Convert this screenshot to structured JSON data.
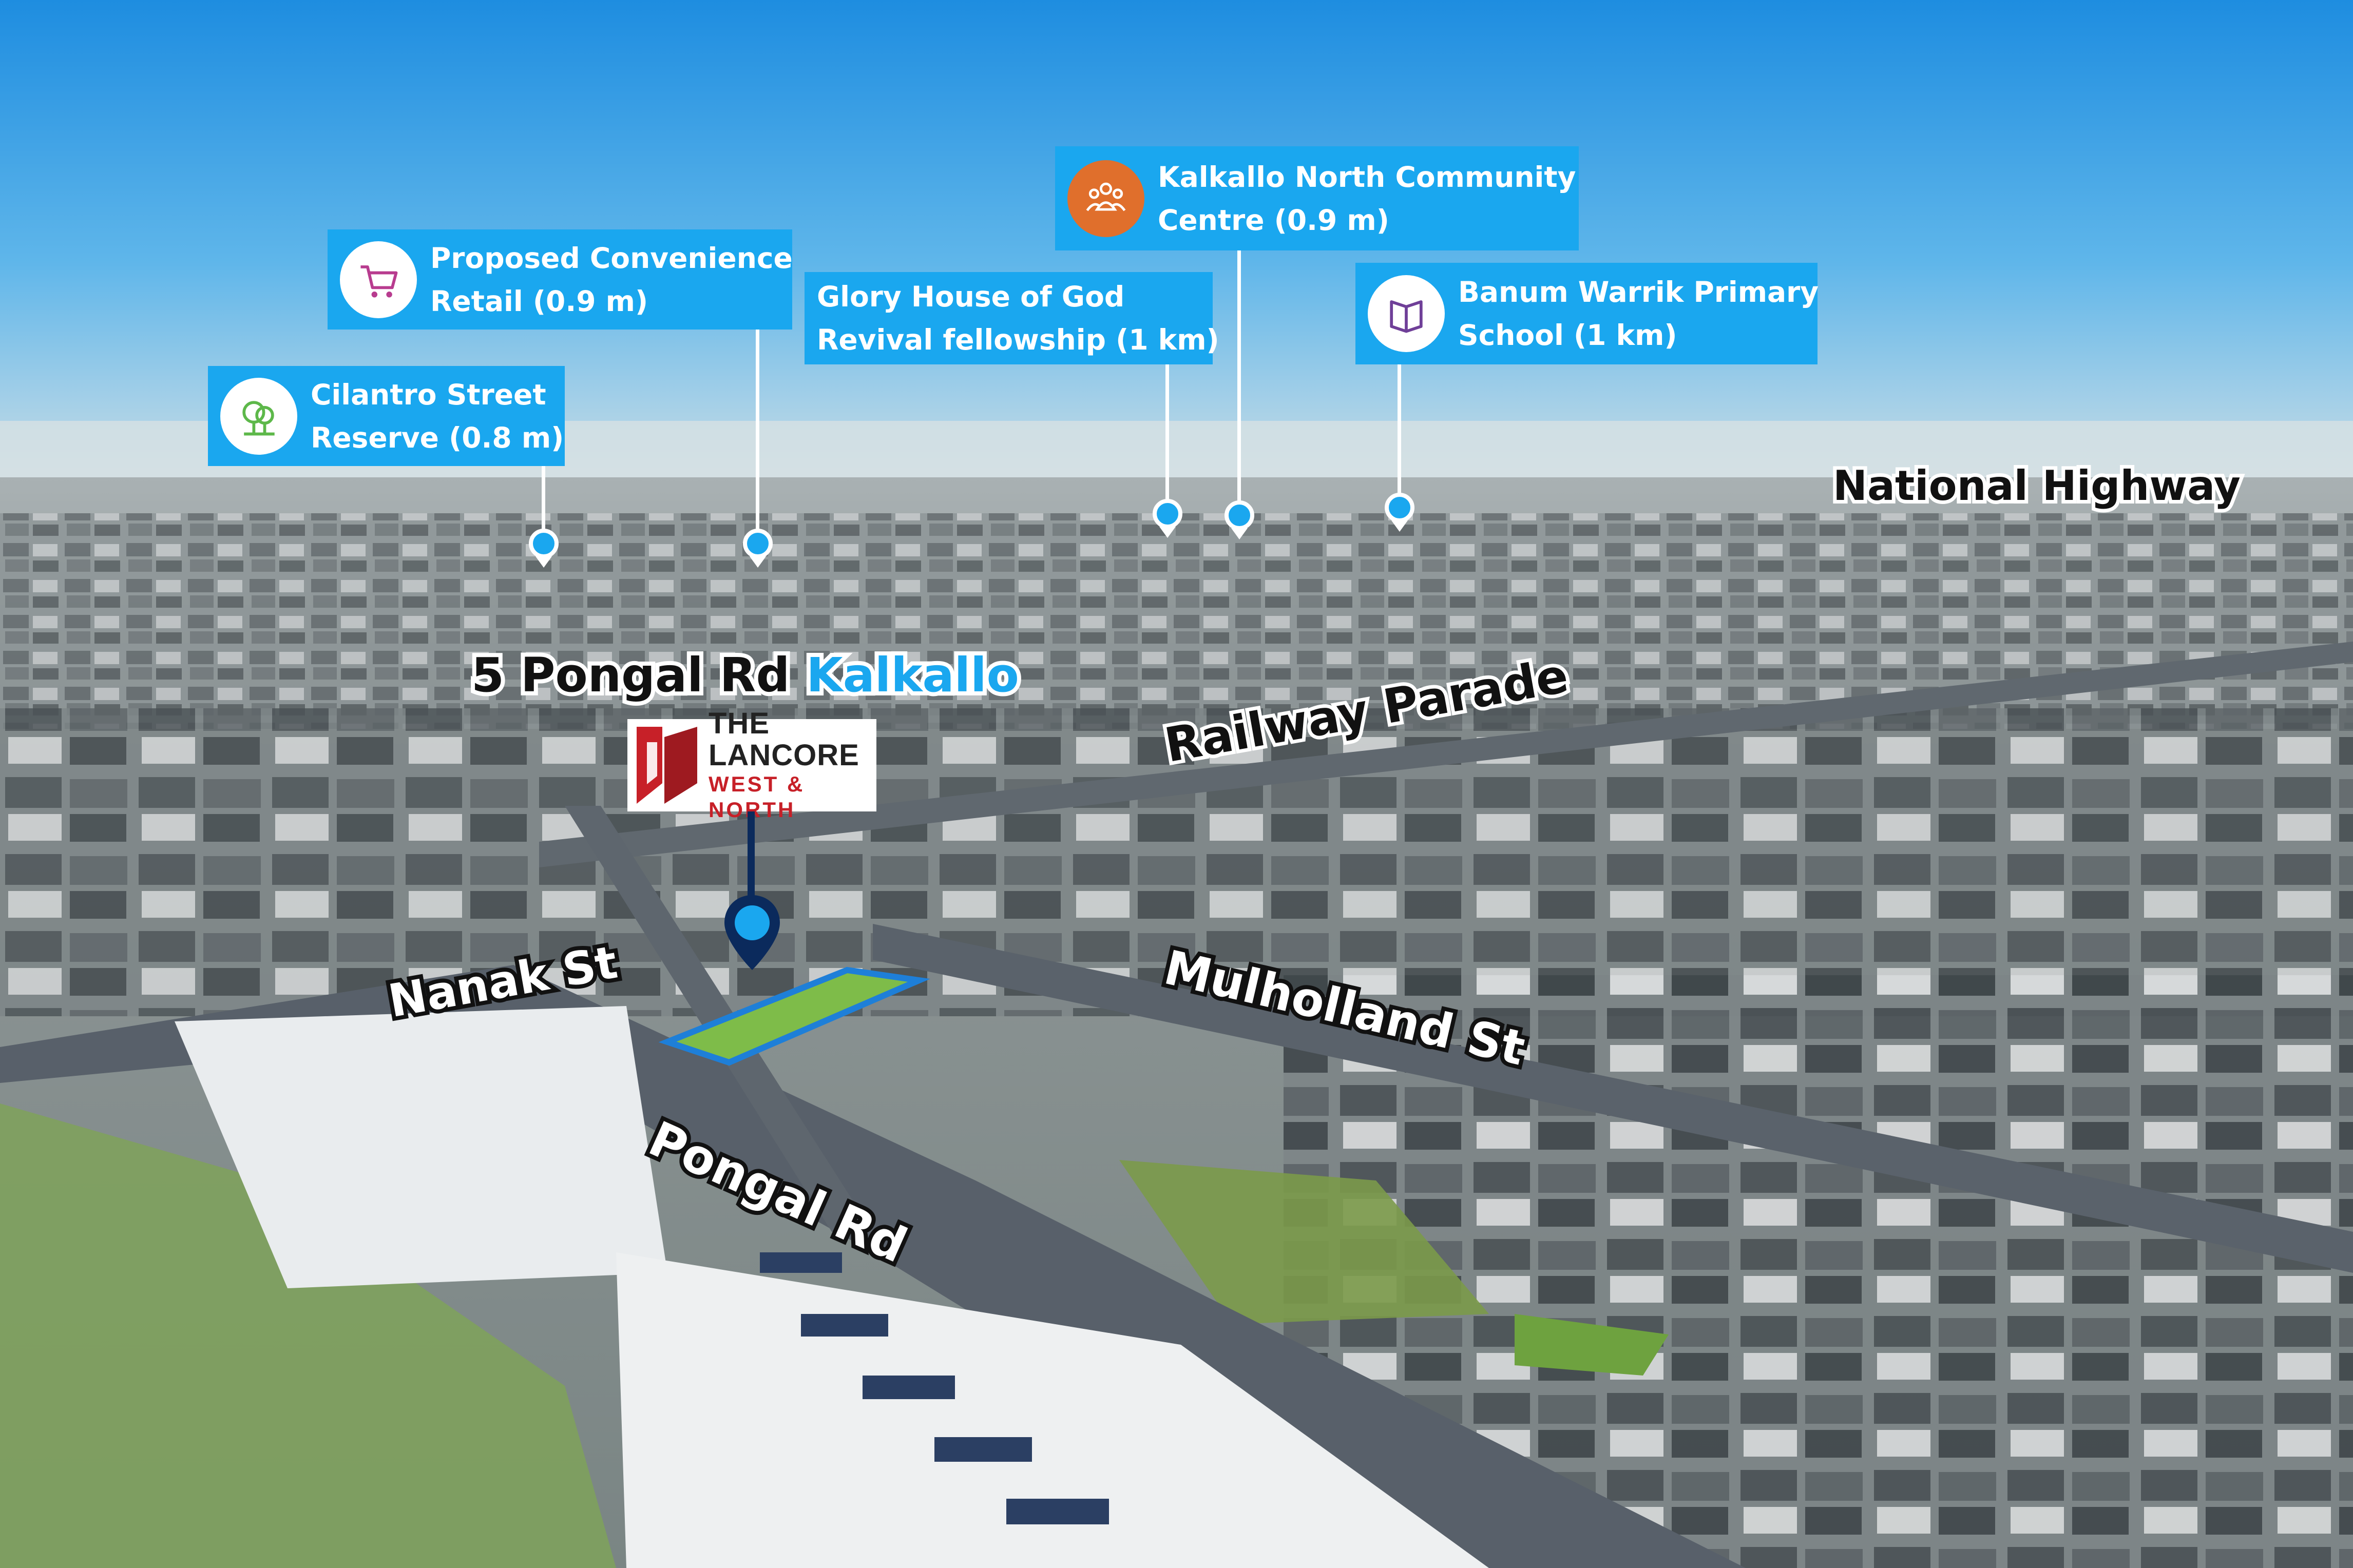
{
  "title": {
    "address": "5 Pongal Rd",
    "suburb": "Kalkallo"
  },
  "logo": {
    "line1": "THE LANCORE",
    "line2": "WEST & NORTH"
  },
  "callouts": [
    {
      "id": "cilantro",
      "icon": "tree-icon",
      "line1": "Cilantro Street",
      "line2": "Reserve (0.8 m)"
    },
    {
      "id": "convenience",
      "icon": "shopping-cart-icon",
      "line1": "Proposed Convenience",
      "line2": "Retail (0.9 m)"
    },
    {
      "id": "glory",
      "icon": "",
      "line1": "Glory House of God",
      "line2": "Revival fellowship (1 km)"
    },
    {
      "id": "community",
      "icon": "people-group-icon",
      "line1": "Kalkallo North Community",
      "line2": "Centre (0.9 m)"
    },
    {
      "id": "school",
      "icon": "book-icon",
      "line1": "Banum Warrik Primary",
      "line2": "School (1 km)"
    }
  ],
  "streets": {
    "national_highway": "National Highway",
    "railway_parade": "Railway Parade",
    "nanak_st": "Nanak St",
    "mulholland_st": "Mulholland St",
    "pongal_rd": "Pongal Rd"
  },
  "colors": {
    "callout_bg": "#1aa7ef",
    "accent_blue": "#1aa7ef",
    "logo_red": "#c72028",
    "pin_navy": "#0b2a5c",
    "community_icon_bg": "#e06f2c"
  }
}
